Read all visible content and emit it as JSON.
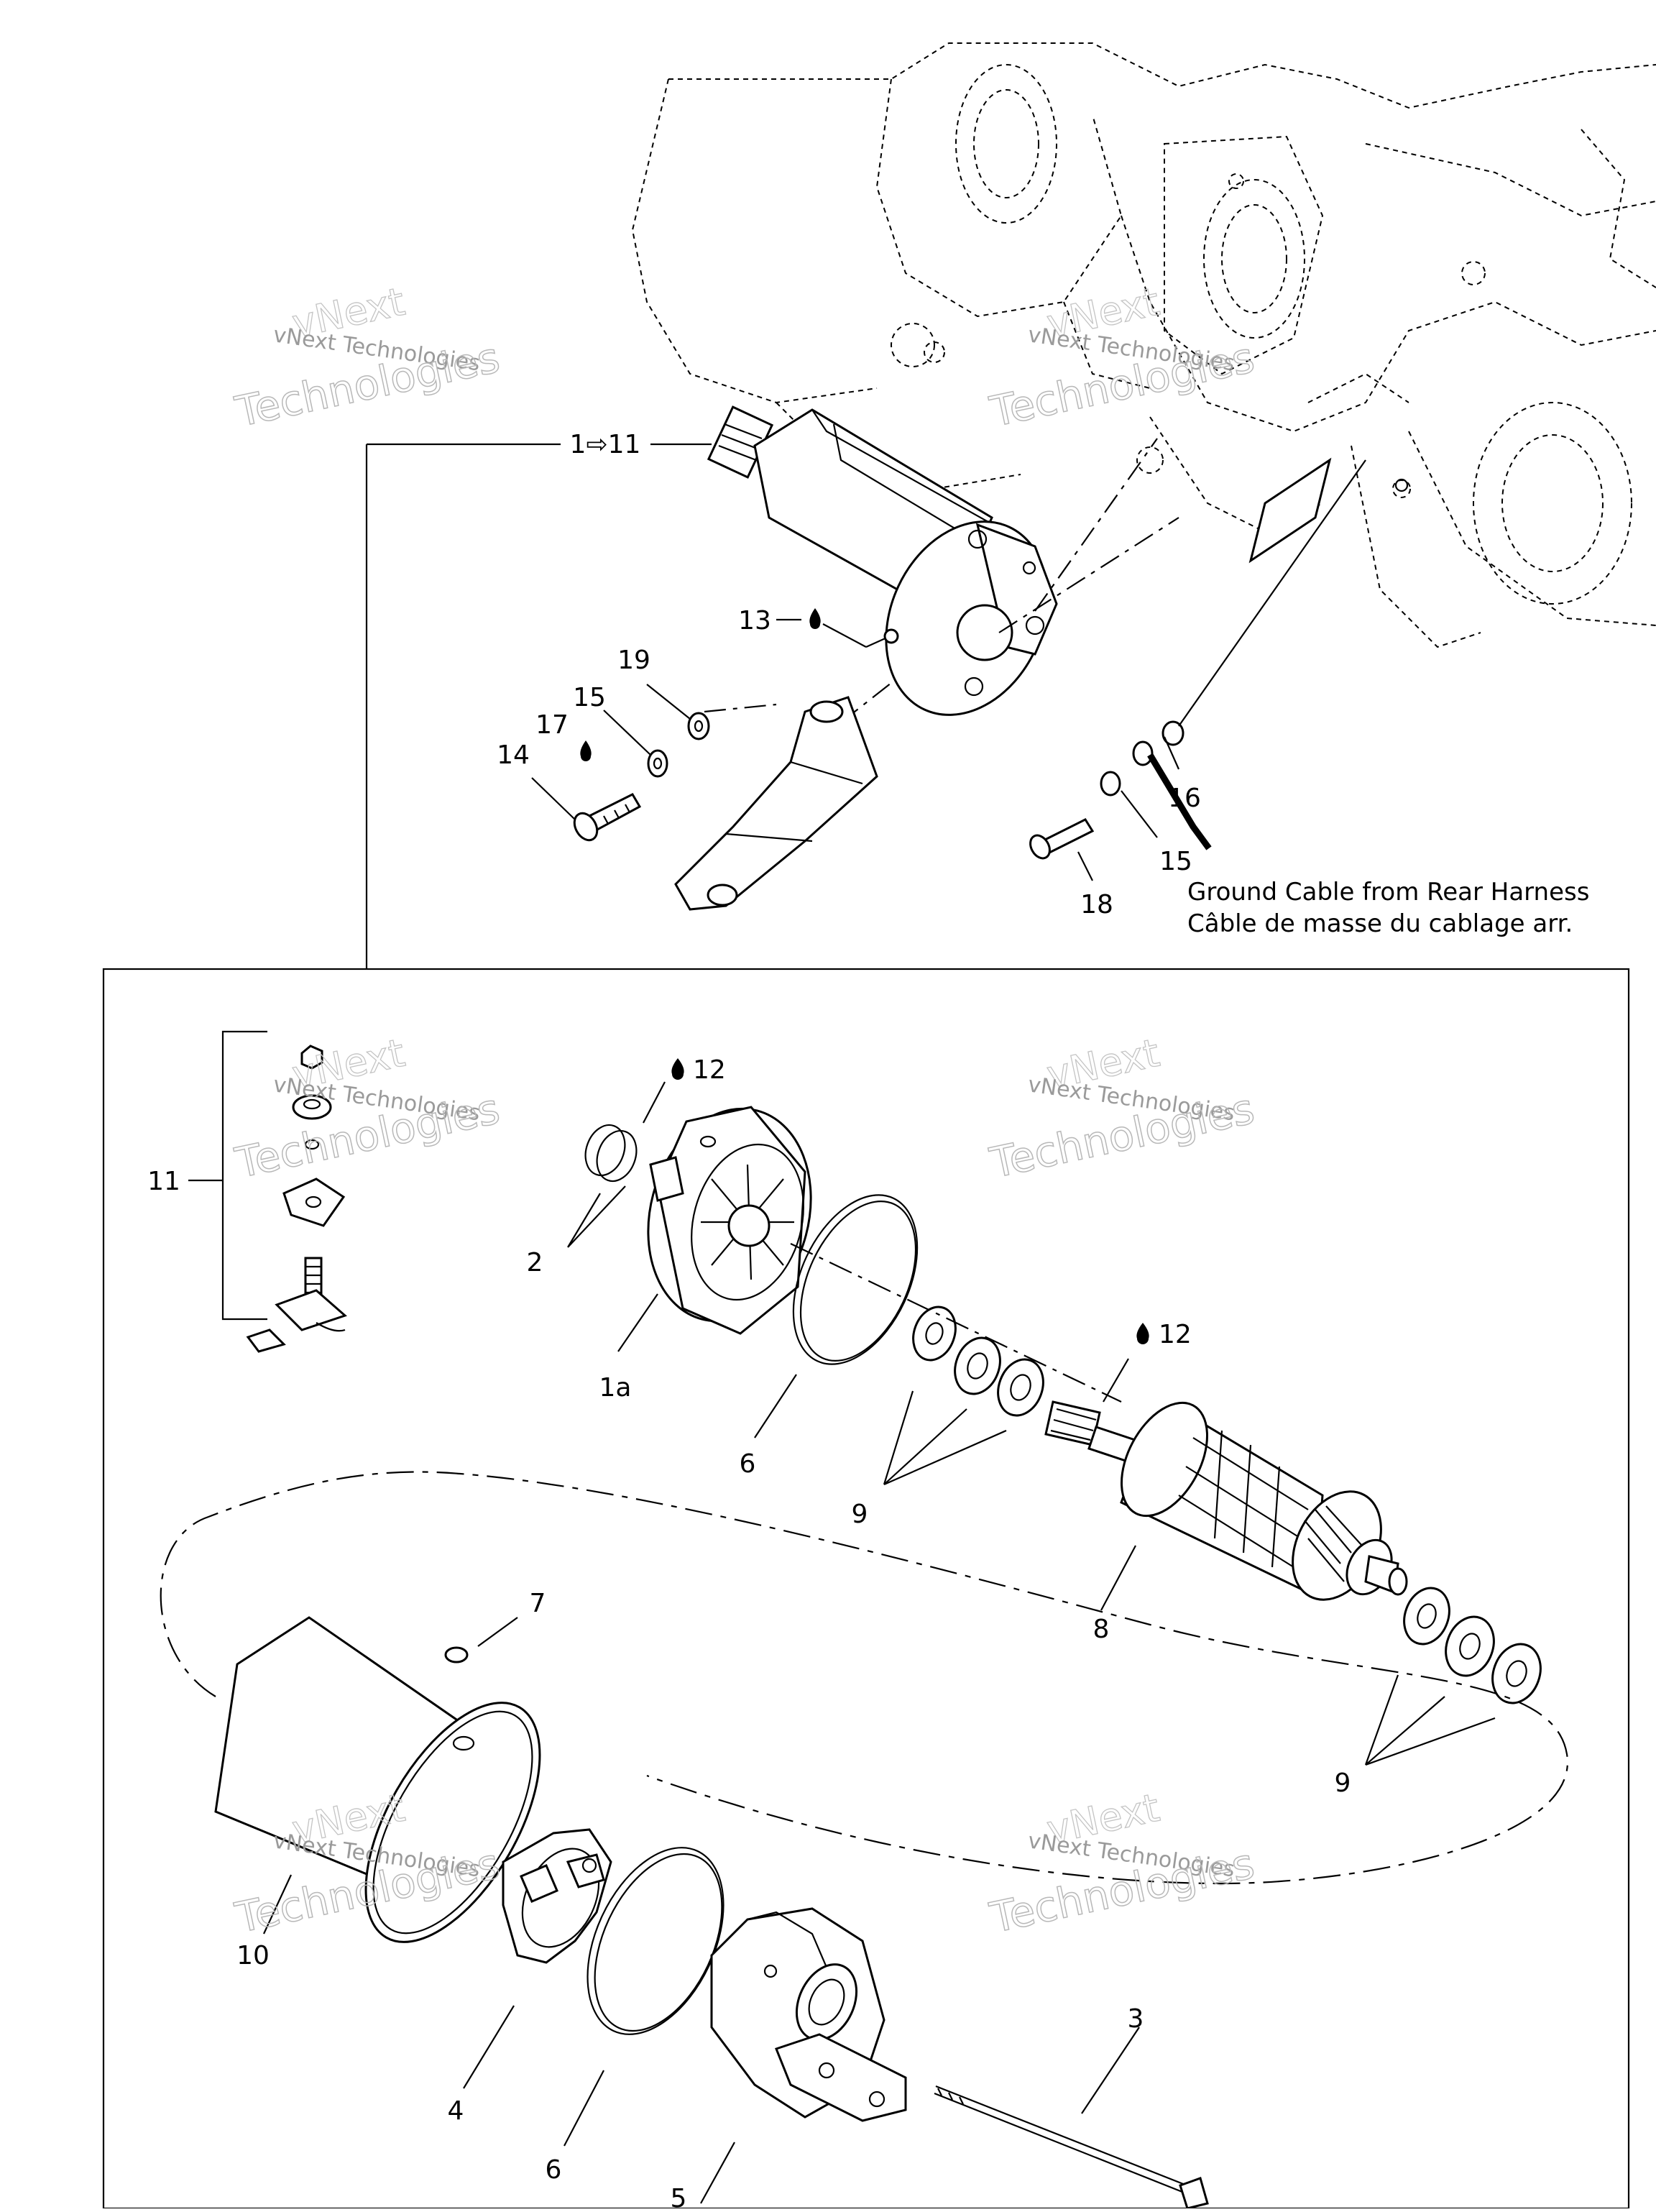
{
  "labels": {
    "starter_assembly": "1⇨11",
    "p13": "13",
    "p19": "19",
    "p15a": "15",
    "p17": "17",
    "p14": "14",
    "p16": "16",
    "p15b": "15",
    "p18": "18",
    "p12a": "12",
    "p12b": "12",
    "p11": "11",
    "p2": "2",
    "p1a": "1a",
    "p6a": "6",
    "p9a": "9",
    "p8": "8",
    "p7": "7",
    "p9b": "9",
    "p10": "10",
    "p4": "4",
    "p6b": "6",
    "p5": "5",
    "p3": "3"
  },
  "caption": {
    "en": "Ground Cable from Rear Harness",
    "fr": "Câble de masse du cablage arr."
  },
  "watermark": {
    "brand": "vNext",
    "line1": "vNext Technologies",
    "line2": "Technologies"
  }
}
